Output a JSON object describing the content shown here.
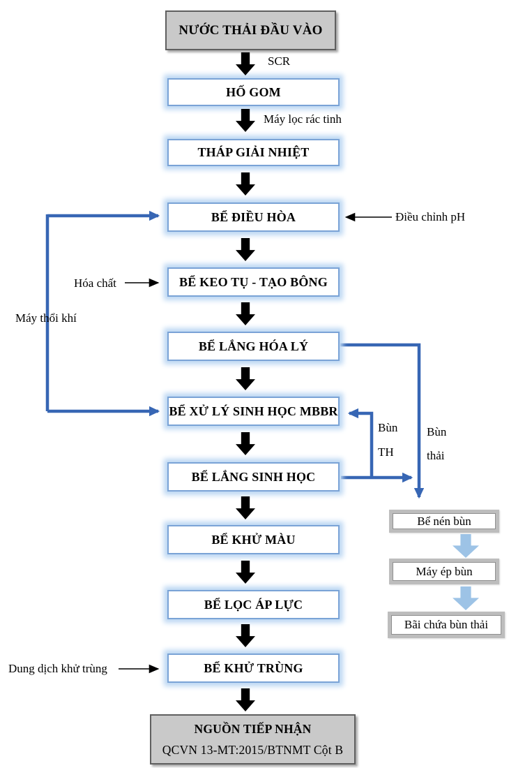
{
  "boxes": {
    "main": [
      {
        "label": "NƯỚC THẢI ĐẦU VÀO"
      },
      {
        "label": "HỐ GOM"
      },
      {
        "label": "THÁP GIẢI NHIỆT"
      },
      {
        "label": "BỂ ĐIỀU HÒA"
      },
      {
        "label": "BỂ KEO TỤ - TẠO BÔNG"
      },
      {
        "label": "BỂ LẮNG HÓA LÝ"
      },
      {
        "label": "BỂ XỬ LÝ SINH HỌC MBBR"
      },
      {
        "label": "BỂ LẮNG SINH HỌC"
      },
      {
        "label": "BỂ KHỬ MÀU"
      },
      {
        "label": "BỂ LỌC ÁP LỰC"
      },
      {
        "label": "BỂ KHỬ TRÙNG"
      },
      {
        "label": "NGUỒN TIẾP NHẬN",
        "sub": "QCVN 13-MT:2015/BTNMT Cột B"
      }
    ],
    "sludge": [
      {
        "label": "Bể nén bùn"
      },
      {
        "label": "Máy ép bùn"
      },
      {
        "label": "Bãi chứa bùn thải"
      }
    ]
  },
  "annotations": {
    "scr": "SCR",
    "fine_screen": "Máy lọc rác tinh",
    "ph_adjust": "Điều chỉnh pH",
    "chemicals": "Hóa chất",
    "air_blower": "Máy thổi khí",
    "sludge_return_line1": "Bùn",
    "sludge_return_line2": "TH",
    "waste_sludge_line1": "Bùn",
    "waste_sludge_line2": "thải",
    "disinfectant": "Dung dịch khử trùng"
  },
  "colors": {
    "connector_blue": "#3766b4",
    "box_border_blue": "#7aa3d6",
    "box_glow_blue": "#bcd7f3",
    "sludge_arrow_blue": "#9dc3e6",
    "gray_box_fill": "#c9c9c9",
    "arrow_black": "#000000"
  }
}
